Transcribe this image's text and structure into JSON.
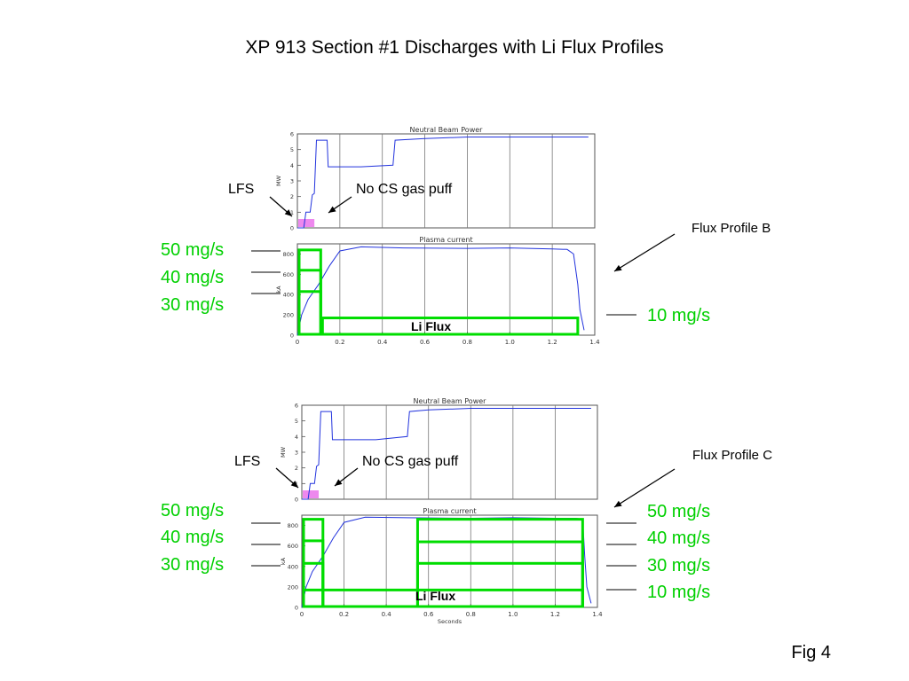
{
  "slide": {
    "title": "XP 913 Section #1 Discharges with Li Flux Profiles",
    "figure_label": "Fig 4"
  },
  "panels": [
    {
      "profile_label": "Flux Profile B",
      "lfs_label": "LFS",
      "gas_puff_label": "No CS gas puff",
      "left_rates": [
        "50 mg/s",
        "40 mg/s",
        "30 mg/s"
      ],
      "right_rates": [
        "10 mg/s"
      ],
      "li_flux_label": "Li Flux"
    },
    {
      "profile_label": "Flux Profile C",
      "lfs_label": "LFS",
      "gas_puff_label": "No CS gas puff",
      "left_rates": [
        "50 mg/s",
        "40 mg/s",
        "30 mg/s"
      ],
      "right_rates": [
        "50 mg/s",
        "40 mg/s",
        "30 mg/s",
        "10 mg/s"
      ],
      "li_flux_label": "Li Flux"
    }
  ],
  "chart_data": [
    {
      "type": "line",
      "title": "Neutral Beam Power",
      "ylabel": "MW",
      "xlim": [
        0,
        1.4
      ],
      "ylim": [
        0,
        6
      ],
      "yticks": [
        0,
        1,
        2,
        3,
        4,
        5,
        6
      ],
      "x": [
        0.0,
        0.03,
        0.04,
        0.06,
        0.07,
        0.08,
        0.09,
        0.1,
        0.12,
        0.14,
        0.145,
        0.2,
        0.3,
        0.45,
        0.46,
        0.6,
        0.8,
        1.0,
        1.2,
        1.3,
        1.37
      ],
      "series": [
        {
          "values": [
            0.0,
            0.0,
            1.0,
            1.0,
            2.1,
            2.2,
            5.6,
            5.6,
            5.6,
            5.6,
            3.9,
            3.9,
            3.9,
            4.0,
            5.6,
            5.7,
            5.8,
            5.8,
            5.8,
            5.8,
            5.8
          ]
        }
      ],
      "highlight": {
        "x": [
          0.0,
          0.08
        ],
        "color": "#ee88ee"
      }
    },
    {
      "type": "line",
      "title": "Plasma current",
      "ylabel": "kA",
      "xlim": [
        0,
        1.4
      ],
      "ylim": [
        0,
        900
      ],
      "xticks": [
        0,
        0.2,
        0.4,
        0.6,
        0.8,
        1.0,
        1.2,
        1.4
      ],
      "xticklabels": [
        "0",
        "0.2",
        "0.4",
        "0.6",
        "0.8",
        "1.0",
        "1.2",
        "1.4"
      ],
      "yticks": [
        0,
        200,
        400,
        600,
        800
      ],
      "x": [
        0.0,
        0.02,
        0.05,
        0.1,
        0.15,
        0.2,
        0.3,
        0.5,
        0.8,
        1.0,
        1.2,
        1.27,
        1.3,
        1.32,
        1.33,
        1.35
      ],
      "series": [
        {
          "values": [
            0,
            200,
            350,
            500,
            680,
            830,
            870,
            860,
            855,
            860,
            850,
            845,
            800,
            500,
            250,
            50
          ]
        }
      ],
      "flux_boxes": [
        {
          "x0": 0.0,
          "x1": 0.11,
          "y0": 0,
          "y1": 840
        },
        {
          "x0": 0.0,
          "x1": 0.11,
          "y0": 0,
          "y1": 640
        },
        {
          "x0": 0.0,
          "x1": 0.11,
          "y0": 0,
          "y1": 430
        },
        {
          "x0": 0.11,
          "x1": 1.32,
          "y0": 0,
          "y1": 170
        }
      ]
    },
    {
      "type": "line",
      "title": "Neutral Beam Power",
      "ylabel": "MW",
      "xlim": [
        0,
        1.4
      ],
      "ylim": [
        0,
        6
      ],
      "yticks": [
        0,
        1,
        2,
        3,
        4,
        5,
        6
      ],
      "x": [
        0.0,
        0.03,
        0.04,
        0.06,
        0.07,
        0.08,
        0.09,
        0.1,
        0.14,
        0.145,
        0.2,
        0.35,
        0.5,
        0.51,
        0.6,
        0.8,
        1.0,
        1.2,
        1.3,
        1.37
      ],
      "series": [
        {
          "values": [
            0.0,
            0.0,
            1.0,
            1.0,
            2.1,
            2.2,
            5.6,
            5.6,
            5.6,
            3.8,
            3.8,
            3.8,
            4.0,
            5.6,
            5.7,
            5.8,
            5.8,
            5.8,
            5.8,
            5.8
          ]
        }
      ],
      "highlight": {
        "x": [
          0.0,
          0.08
        ],
        "color": "#ee88ee"
      }
    },
    {
      "type": "line",
      "title": "Plasma current",
      "ylabel": "kA",
      "xlabel": "Seconds",
      "xlim": [
        0,
        1.4
      ],
      "ylim": [
        0,
        900
      ],
      "xticks": [
        0,
        0.2,
        0.4,
        0.6,
        0.8,
        1.0,
        1.2,
        1.4
      ],
      "xticklabels": [
        "0",
        "0.2",
        "0.4",
        "0.6",
        "0.8",
        "1.0",
        "1.2",
        "1.4"
      ],
      "yticks": [
        0,
        200,
        400,
        600,
        800
      ],
      "x": [
        0.0,
        0.02,
        0.05,
        0.1,
        0.15,
        0.2,
        0.3,
        0.5,
        0.8,
        1.0,
        1.2,
        1.3,
        1.33,
        1.34,
        1.35,
        1.37
      ],
      "series": [
        {
          "values": [
            0,
            200,
            350,
            500,
            680,
            830,
            880,
            875,
            870,
            875,
            870,
            870,
            860,
            500,
            200,
            40
          ]
        }
      ],
      "flux_boxes": [
        {
          "x0": 0.0,
          "x1": 0.1,
          "y0": 0,
          "y1": 860
        },
        {
          "x0": 0.0,
          "x1": 0.1,
          "y0": 0,
          "y1": 650
        },
        {
          "x0": 0.0,
          "x1": 0.1,
          "y0": 0,
          "y1": 430
        },
        {
          "x0": 0.0,
          "x1": 1.33,
          "y0": 0,
          "y1": 170
        },
        {
          "x0": 0.54,
          "x1": 1.33,
          "y0": 0,
          "y1": 860
        },
        {
          "x0": 0.54,
          "x1": 1.33,
          "y0": 0,
          "y1": 640
        },
        {
          "x0": 0.54,
          "x1": 1.33,
          "y0": 0,
          "y1": 430
        }
      ]
    }
  ]
}
